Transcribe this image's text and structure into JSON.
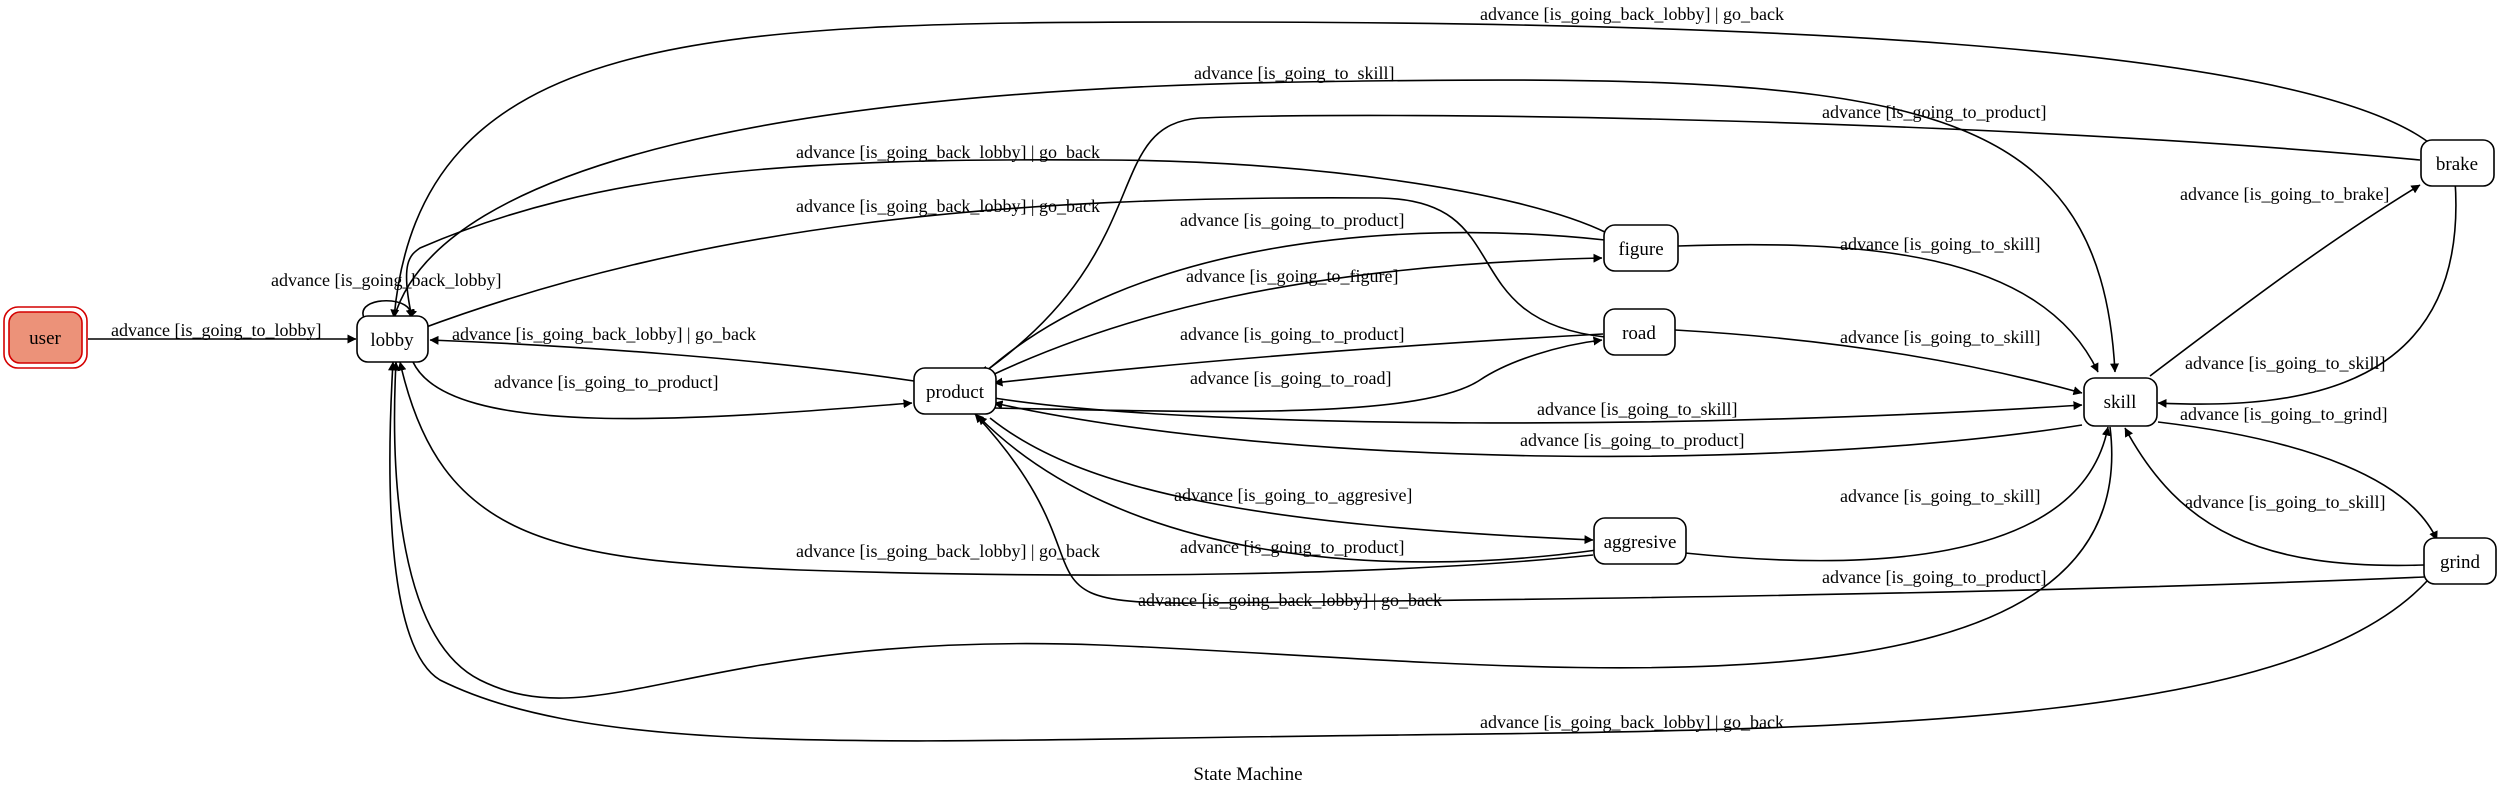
{
  "diagram": {
    "type": "state-machine",
    "caption": "State Machine",
    "colors": {
      "initial_fill": "#ec9279",
      "initial_stroke": "#d40000",
      "node_stroke": "#000000"
    },
    "nodes": [
      {
        "id": "user",
        "label": "user",
        "initial": true
      },
      {
        "id": "lobby",
        "label": "lobby"
      },
      {
        "id": "product",
        "label": "product"
      },
      {
        "id": "figure",
        "label": "figure"
      },
      {
        "id": "road",
        "label": "road"
      },
      {
        "id": "aggresive",
        "label": "aggresive"
      },
      {
        "id": "skill",
        "label": "skill"
      },
      {
        "id": "brake",
        "label": "brake"
      },
      {
        "id": "grind",
        "label": "grind"
      }
    ],
    "edges": [
      {
        "from": "user",
        "to": "lobby",
        "label": "advance [is_going_to_lobby]"
      },
      {
        "from": "lobby",
        "to": "lobby",
        "label": "advance [is_going_back_lobby]"
      },
      {
        "from": "lobby",
        "to": "product",
        "label": "advance [is_going_to_product]"
      },
      {
        "from": "lobby",
        "to": "skill",
        "label": "advance [is_going_to_skill]"
      },
      {
        "from": "product",
        "to": "lobby",
        "label": "advance [is_going_back_lobby] | go_back"
      },
      {
        "from": "product",
        "to": "figure",
        "label": "advance [is_going_to_figure]"
      },
      {
        "from": "product",
        "to": "road",
        "label": "advance [is_going_to_road]"
      },
      {
        "from": "product",
        "to": "skill",
        "label": "advance [is_going_to_skill]"
      },
      {
        "from": "product",
        "to": "aggresive",
        "label": "advance [is_going_to_aggresive]"
      },
      {
        "from": "figure",
        "to": "lobby",
        "label": "advance [is_going_back_lobby] | go_back"
      },
      {
        "from": "figure",
        "to": "product",
        "label": "advance [is_going_to_product]"
      },
      {
        "from": "figure",
        "to": "skill",
        "label": "advance [is_going_to_skill]"
      },
      {
        "from": "road",
        "to": "lobby",
        "label": "advance [is_going_back_lobby] | go_back"
      },
      {
        "from": "road",
        "to": "product",
        "label": "advance [is_going_to_product]"
      },
      {
        "from": "road",
        "to": "skill",
        "label": "advance [is_going_to_skill]"
      },
      {
        "from": "aggresive",
        "to": "lobby",
        "label": "advance [is_going_back_lobby] | go_back"
      },
      {
        "from": "aggresive",
        "to": "product",
        "label": "advance [is_going_to_product]"
      },
      {
        "from": "aggresive",
        "to": "skill",
        "label": "advance [is_going_to_skill]"
      },
      {
        "from": "skill",
        "to": "lobby",
        "label": "advance [is_going_back_lobby] | go_back"
      },
      {
        "from": "skill",
        "to": "product",
        "label": "advance [is_going_to_product]"
      },
      {
        "from": "skill",
        "to": "brake",
        "label": "advance [is_going_to_brake]"
      },
      {
        "from": "skill",
        "to": "grind",
        "label": "advance [is_going_to_grind]"
      },
      {
        "from": "brake",
        "to": "lobby",
        "label": "advance [is_going_back_lobby] | go_back"
      },
      {
        "from": "brake",
        "to": "product",
        "label": "advance [is_going_to_product]"
      },
      {
        "from": "brake",
        "to": "skill",
        "label": "advance [is_going_to_skill]"
      },
      {
        "from": "grind",
        "to": "lobby",
        "label": "advance [is_going_back_lobby] | go_back"
      },
      {
        "from": "grind",
        "to": "product",
        "label": "advance [is_going_to_product]"
      },
      {
        "from": "grind",
        "to": "skill",
        "label": "advance [is_going_to_skill]"
      }
    ]
  }
}
